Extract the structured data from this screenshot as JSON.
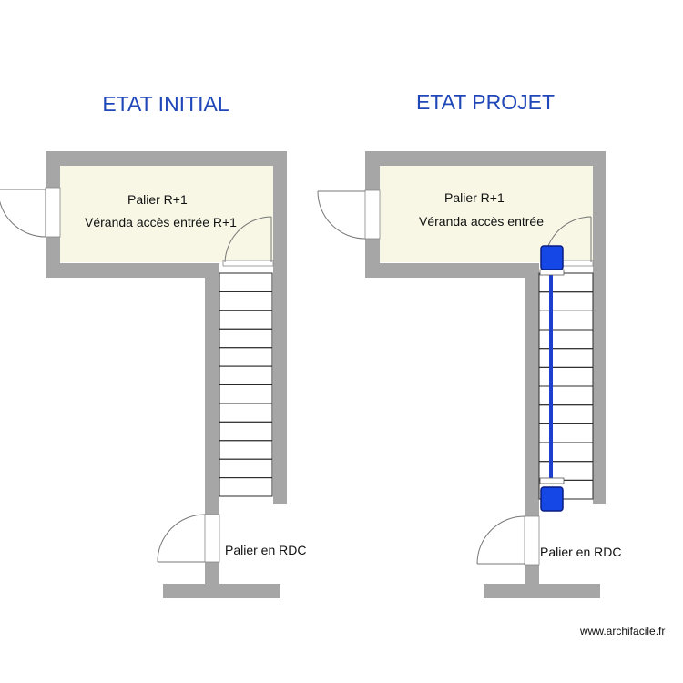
{
  "plans": [
    {
      "title": "ETAT INITIAL",
      "room_label_1": "Palier R+1",
      "room_label_2": "Véranda accès entrée R+1",
      "bottom_label": "Palier en RDC",
      "stair_steps": 12,
      "has_stair_lift": false
    },
    {
      "title": "ETAT PROJET",
      "room_label_1": "Palier R+1",
      "room_label_2": "Véranda accès entrée",
      "bottom_label": "Palier en RDC",
      "stair_steps": 12,
      "has_stair_lift": true
    }
  ],
  "watermark": "www.archifacile.fr",
  "colors": {
    "title": "#1f47b8",
    "wall": "#a6a6a6",
    "room_floor": "#f8f7e6",
    "stair_lift": "#1547e6"
  }
}
